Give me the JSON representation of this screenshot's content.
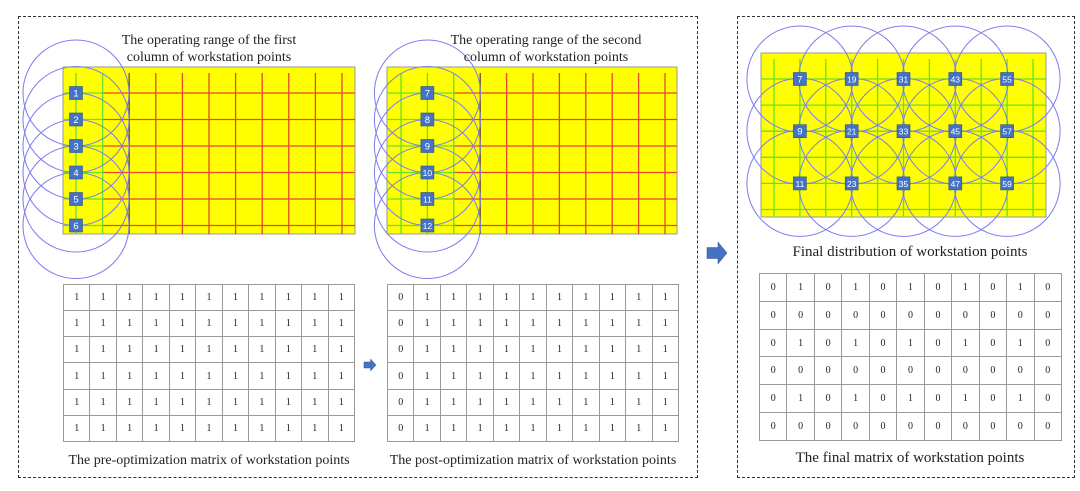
{
  "colors": {
    "field": "#ffff00",
    "grid_red": "#e8452c",
    "grid_green": "#66e02a",
    "grid_dark": "#6b4a2a",
    "point": "#4472c4",
    "circle": "#7b7bef",
    "arrow": "#4472c4"
  },
  "panels": [
    {
      "title_line1": "The operating range of the first",
      "title_line2": "column of workstation points",
      "green_cols": 2,
      "points": [
        {
          "label": "1",
          "col": 0,
          "row": 0
        },
        {
          "label": "2",
          "col": 0,
          "row": 1
        },
        {
          "label": "3",
          "col": 0,
          "row": 2
        },
        {
          "label": "4",
          "col": 0,
          "row": 3
        },
        {
          "label": "5",
          "col": 0,
          "row": 4
        },
        {
          "label": "6",
          "col": 0,
          "row": 5
        }
      ]
    },
    {
      "title_line1": "The operating range of the second",
      "title_line2": "column of workstation points",
      "green_cols": 3,
      "points": [
        {
          "label": "7",
          "col": 1,
          "row": 0
        },
        {
          "label": "8",
          "col": 1,
          "row": 1
        },
        {
          "label": "9",
          "col": 1,
          "row": 2
        },
        {
          "label": "10",
          "col": 1,
          "row": 3
        },
        {
          "label": "11",
          "col": 1,
          "row": 4
        },
        {
          "label": "12",
          "col": 1,
          "row": 5
        }
      ]
    },
    {
      "title": "Final distribution of workstation points",
      "green_cols": 11,
      "points": [
        {
          "label": "7",
          "col": 1,
          "row": 0
        },
        {
          "label": "19",
          "col": 3,
          "row": 0
        },
        {
          "label": "31",
          "col": 5,
          "row": 0
        },
        {
          "label": "43",
          "col": 7,
          "row": 0
        },
        {
          "label": "55",
          "col": 9,
          "row": 0
        },
        {
          "label": "9",
          "col": 1,
          "row": 2
        },
        {
          "label": "21",
          "col": 3,
          "row": 2
        },
        {
          "label": "33",
          "col": 5,
          "row": 2
        },
        {
          "label": "45",
          "col": 7,
          "row": 2
        },
        {
          "label": "57",
          "col": 9,
          "row": 2
        },
        {
          "label": "11",
          "col": 1,
          "row": 4
        },
        {
          "label": "23",
          "col": 3,
          "row": 4
        },
        {
          "label": "35",
          "col": 5,
          "row": 4
        },
        {
          "label": "47",
          "col": 7,
          "row": 4
        },
        {
          "label": "59",
          "col": 9,
          "row": 4
        }
      ]
    }
  ],
  "matrices": [
    {
      "caption": "The pre-optimization matrix of workstation points",
      "rows": [
        [
          1,
          1,
          1,
          1,
          1,
          1,
          1,
          1,
          1,
          1,
          1
        ],
        [
          1,
          1,
          1,
          1,
          1,
          1,
          1,
          1,
          1,
          1,
          1
        ],
        [
          1,
          1,
          1,
          1,
          1,
          1,
          1,
          1,
          1,
          1,
          1
        ],
        [
          1,
          1,
          1,
          1,
          1,
          1,
          1,
          1,
          1,
          1,
          1
        ],
        [
          1,
          1,
          1,
          1,
          1,
          1,
          1,
          1,
          1,
          1,
          1
        ],
        [
          1,
          1,
          1,
          1,
          1,
          1,
          1,
          1,
          1,
          1,
          1
        ]
      ]
    },
    {
      "caption": "The post-optimization matrix of workstation points",
      "rows": [
        [
          0,
          1,
          1,
          1,
          1,
          1,
          1,
          1,
          1,
          1,
          1
        ],
        [
          0,
          1,
          1,
          1,
          1,
          1,
          1,
          1,
          1,
          1,
          1
        ],
        [
          0,
          1,
          1,
          1,
          1,
          1,
          1,
          1,
          1,
          1,
          1
        ],
        [
          0,
          1,
          1,
          1,
          1,
          1,
          1,
          1,
          1,
          1,
          1
        ],
        [
          0,
          1,
          1,
          1,
          1,
          1,
          1,
          1,
          1,
          1,
          1
        ],
        [
          0,
          1,
          1,
          1,
          1,
          1,
          1,
          1,
          1,
          1,
          1
        ]
      ]
    },
    {
      "caption": "The final matrix of workstation points",
      "rows": [
        [
          0,
          1,
          0,
          1,
          0,
          1,
          0,
          1,
          0,
          1,
          0
        ],
        [
          0,
          0,
          0,
          0,
          0,
          0,
          0,
          0,
          0,
          0,
          0
        ],
        [
          0,
          1,
          0,
          1,
          0,
          1,
          0,
          1,
          0,
          1,
          0
        ],
        [
          0,
          0,
          0,
          0,
          0,
          0,
          0,
          0,
          0,
          0,
          0
        ],
        [
          0,
          1,
          0,
          1,
          0,
          1,
          0,
          1,
          0,
          1,
          0
        ],
        [
          0,
          0,
          0,
          0,
          0,
          0,
          0,
          0,
          0,
          0,
          0
        ]
      ]
    }
  ]
}
